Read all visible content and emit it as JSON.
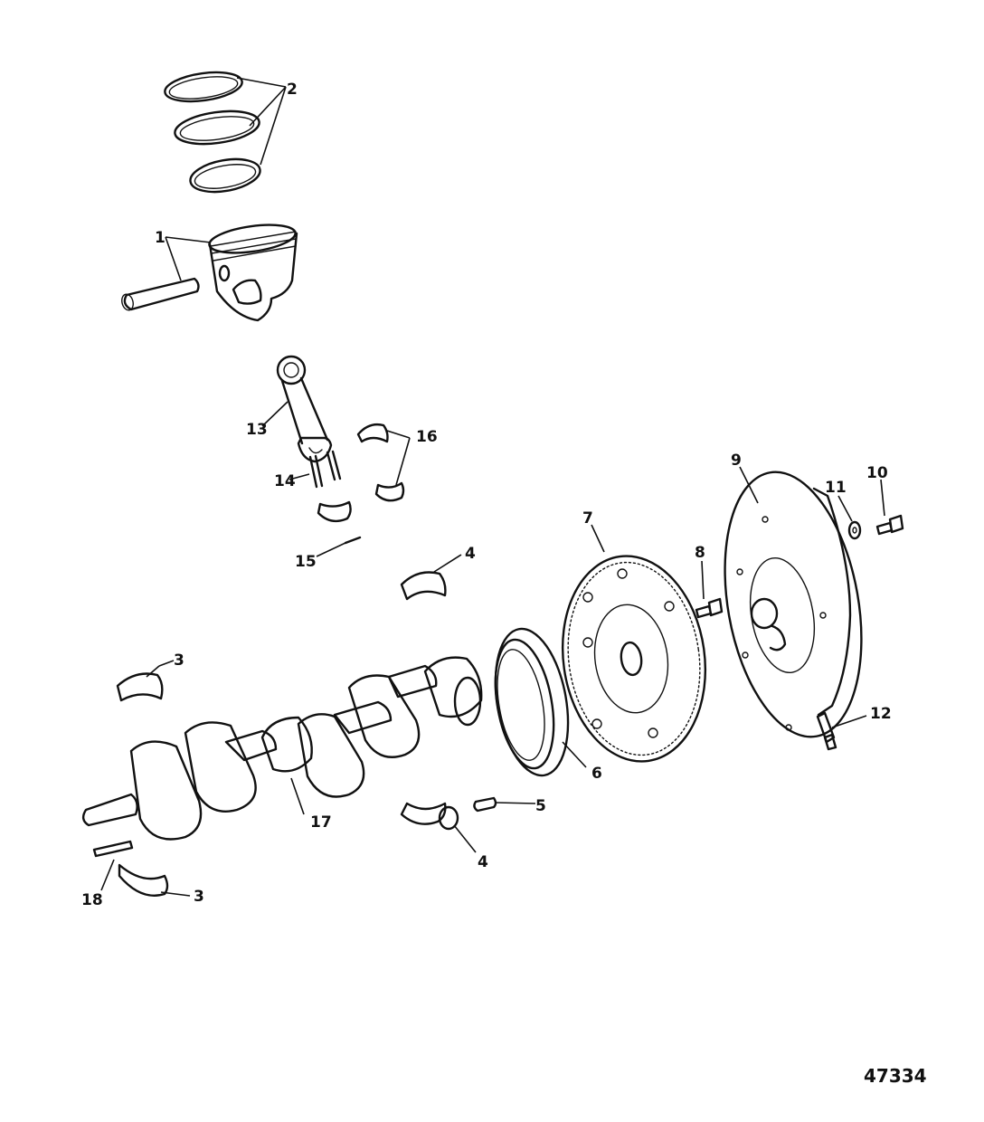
{
  "callouts": {
    "c1": "1",
    "c2": "2",
    "c3a": "3",
    "c3b": "3",
    "c4a": "4",
    "c4b": "4",
    "c5": "5",
    "c6": "6",
    "c7": "7",
    "c8": "8",
    "c9": "9",
    "c10": "10",
    "c11": "11",
    "c12": "12",
    "c13": "13",
    "c14": "14",
    "c15": "15",
    "c16": "16",
    "c17": "17",
    "c18": "18"
  },
  "figure_number": "47334"
}
